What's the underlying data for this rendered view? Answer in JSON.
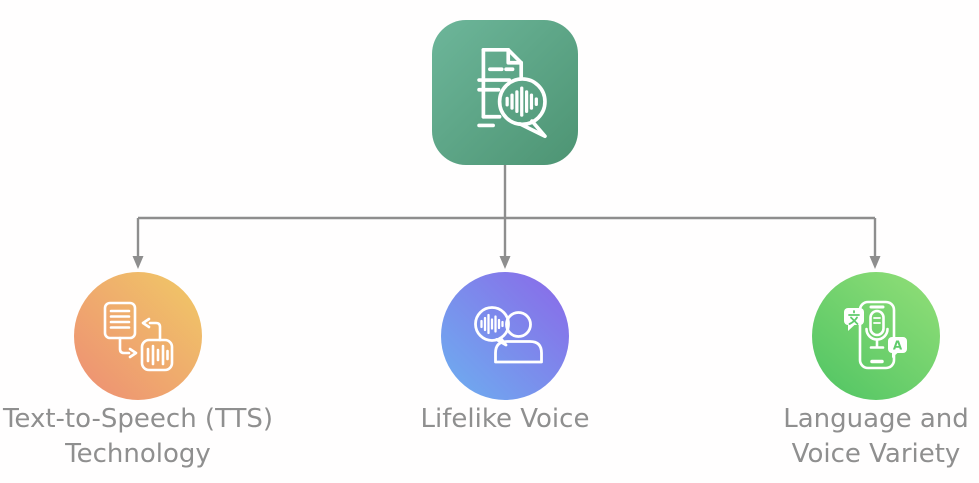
{
  "root_node": {
    "icon": "document-speech-waveform-icon"
  },
  "branches": [
    {
      "id": "tts-technology",
      "icon": "text-document-to-audio-icon",
      "label_lines": [
        "Text-to-Speech (TTS)",
        "Technology"
      ]
    },
    {
      "id": "lifelike-voice",
      "icon": "person-voice-bubble-icon",
      "label_lines": [
        "Lifelike Voice",
        ""
      ]
    },
    {
      "id": "language-voice-variety",
      "icon": "phone-language-mic-icon",
      "label_lines": [
        "Language and",
        "Voice Variety"
      ],
      "bubble_chars": [
        "文",
        "A"
      ]
    }
  ],
  "colors": {
    "background": "#fffefe",
    "connector": "#8e8e8e",
    "label-text": "#8f8f8f",
    "icon-stroke": "#ffffff",
    "bubble-glyph": "#5fcb6c",
    "root-grad-a": "#6db69a",
    "root-grad-b": "#4d9473",
    "tts-grad-a": "#f0ca66",
    "tts-grad-b": "#ee8d74",
    "voice-grad-a": "#8b67e8",
    "voice-grad-b": "#6cb0f0",
    "lang-grad-a": "#93df78",
    "lang-grad-b": "#4fc463"
  }
}
